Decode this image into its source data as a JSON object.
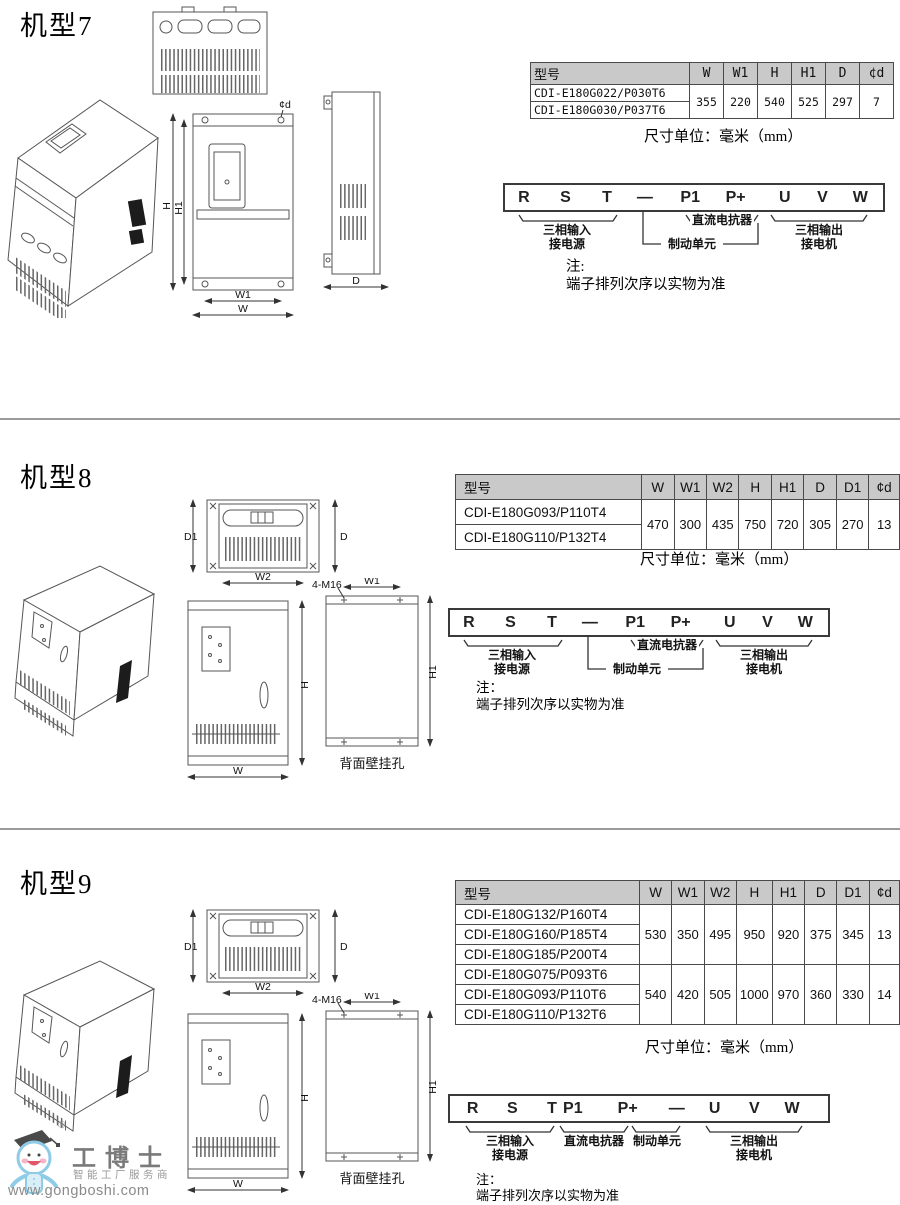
{
  "sections": [
    {
      "title": "机型7",
      "unit_note": "尺寸单位：毫米（mm）",
      "note_title": "注:",
      "note_body": "端子排列次序以实物为准",
      "table": {
        "headers": [
          "型号",
          "W",
          "W1",
          "H",
          "H1",
          "D",
          "¢d"
        ],
        "groups": [
          {
            "models": [
              "CDI-E180G022/P030T6",
              "CDI-E180G030/P037T6"
            ],
            "values": [
              "355",
              "220",
              "540",
              "525",
              "297",
              "7"
            ]
          }
        ]
      },
      "terminals": [
        "R",
        "S",
        "T",
        "—",
        "P1",
        "P+",
        "U",
        "V",
        "W"
      ],
      "labels": {
        "input1": "三相输入",
        "input2": "接电源",
        "brake": "制动单元",
        "reactor": "直流电抗器",
        "output1": "三相输出",
        "output2": "接电机"
      },
      "drawing_labels": {
        "w": "W",
        "w1": "W1",
        "h": "H",
        "h1": "H1",
        "d": "D",
        "phid": "¢d"
      }
    },
    {
      "title": "机型8",
      "unit_note": "尺寸单位：毫米（mm）",
      "note_title": "注：",
      "note_body": "端子排列次序以实物为准",
      "table": {
        "headers": [
          "型号",
          "W",
          "W1",
          "W2",
          "H",
          "H1",
          "D",
          "D1",
          "¢d"
        ],
        "groups": [
          {
            "models": [
              "CDI-E180G093/P110T4",
              "CDI-E180G110/P132T4"
            ],
            "values": [
              "470",
              "300",
              "435",
              "750",
              "720",
              "305",
              "270",
              "13"
            ]
          }
        ]
      },
      "terminals": [
        "R",
        "S",
        "T",
        "—",
        "P1",
        "P+",
        "U",
        "V",
        "W"
      ],
      "labels": {
        "input1": "三相输入",
        "input2": "接电源",
        "brake": "制动单元",
        "reactor": "直流电抗器",
        "output1": "三相输出",
        "output2": "接电机"
      },
      "drawing_labels": {
        "w": "W",
        "w1": "W1",
        "w2": "W2",
        "h": "H",
        "h1": "H1",
        "d": "D",
        "d1": "D1",
        "m16": "4-M16",
        "back_caption": "背面壁挂孔"
      }
    },
    {
      "title": "机型9",
      "unit_note": "尺寸单位：毫米（mm）",
      "note_title": "注：",
      "note_body": "端子排列次序以实物为准",
      "table": {
        "headers": [
          "型号",
          "W",
          "W1",
          "W2",
          "H",
          "H1",
          "D",
          "D1",
          "¢d"
        ],
        "groups": [
          {
            "models": [
              "CDI-E180G132/P160T4",
              "CDI-E180G160/P185T4",
              "CDI-E180G185/P200T4"
            ],
            "values": [
              "530",
              "350",
              "495",
              "950",
              "920",
              "375",
              "345",
              "13"
            ]
          },
          {
            "models": [
              "CDI-E180G075/P093T6",
              "CDI-E180G093/P110T6",
              "CDI-E180G110/P132T6"
            ],
            "values": [
              "540",
              "420",
              "505",
              "1000",
              "970",
              "360",
              "330",
              "14"
            ]
          }
        ]
      },
      "terminals": [
        "R",
        "S",
        "T",
        "P1",
        "P+",
        "—",
        "U",
        "V",
        "W"
      ],
      "labels": {
        "input1": "三相输入",
        "input2": "接电源",
        "brake": "制动单元",
        "reactor": "直流电抗器",
        "output1": "三相输出",
        "output2": "接电机"
      },
      "drawing_labels": {
        "w": "W",
        "w1": "W1",
        "w2": "W2",
        "h": "H",
        "h1": "H1",
        "d": "D",
        "d1": "D1",
        "m16": "4-M16",
        "back_caption": "背面壁挂孔"
      }
    }
  ],
  "logo": {
    "brand": "工博士",
    "tagline": "智能工厂服务商",
    "url": "www.gongboshi.com",
    "registered": "®"
  }
}
